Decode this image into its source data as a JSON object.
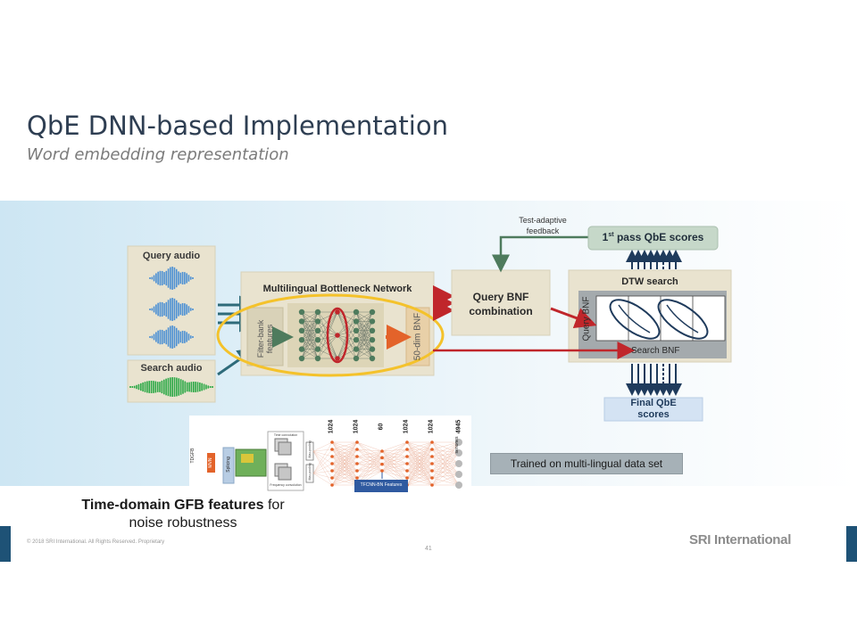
{
  "slide": {
    "title": "QbE DNN-based Implementation",
    "subtitle": "Word embedding representation"
  },
  "diagram": {
    "query_audio": "Query audio",
    "search_audio": "Search audio",
    "network_title": "Multilingual Bottleneck Network",
    "filter_bank": [
      "Filter-bank",
      "features"
    ],
    "bnf_label": "50-dim BNF",
    "query_bnf_combination": [
      "Query BNF",
      "combination"
    ],
    "test_adaptive": [
      "Test-adaptive",
      "feedback"
    ],
    "first_pass": "pass QbE scores",
    "first_pass_num": "1",
    "first_pass_sup": "st",
    "dtw_search": "DTW search",
    "query_bnf_axis": "Query BNF",
    "search_bnf_axis": "Search BNF",
    "final_scores": [
      "Final QbE",
      "scores"
    ],
    "trained_label": "Trained on multi-lingual data set"
  },
  "inset": {
    "layer_sizes": [
      "1024",
      "1024",
      "60",
      "1024",
      "1024",
      "4945"
    ],
    "input_label": "TDGFB",
    "stage1": "MVN",
    "stage2": "Splicing",
    "conv_top": "Time convolution",
    "conv_bottom": "Frequency convolution",
    "pool_top": "Max-pooling",
    "pool_bottom": "Max-pooling",
    "output_label": "senones",
    "bn_features": "TFCNN-BN Features"
  },
  "caption": {
    "bold1": "Time-domain GFB features",
    "rest1": " for",
    "line2": "noise robustness"
  },
  "footer": {
    "copyright": "© 2018 SRI International. All Rights Reserved. Proprietary",
    "page_number": "41",
    "brand": "SRI International"
  },
  "colors": {
    "title": "#2e3e52",
    "accent_bar": "#1e5276",
    "waveform_query": "#4a8fd4",
    "waveform_search": "#2aa845",
    "panel_tan": "#e9e3cf",
    "arrow_red": "#c0262b",
    "arrow_green": "#4e7b5d",
    "highlight_yellow": "#f4c22b"
  }
}
